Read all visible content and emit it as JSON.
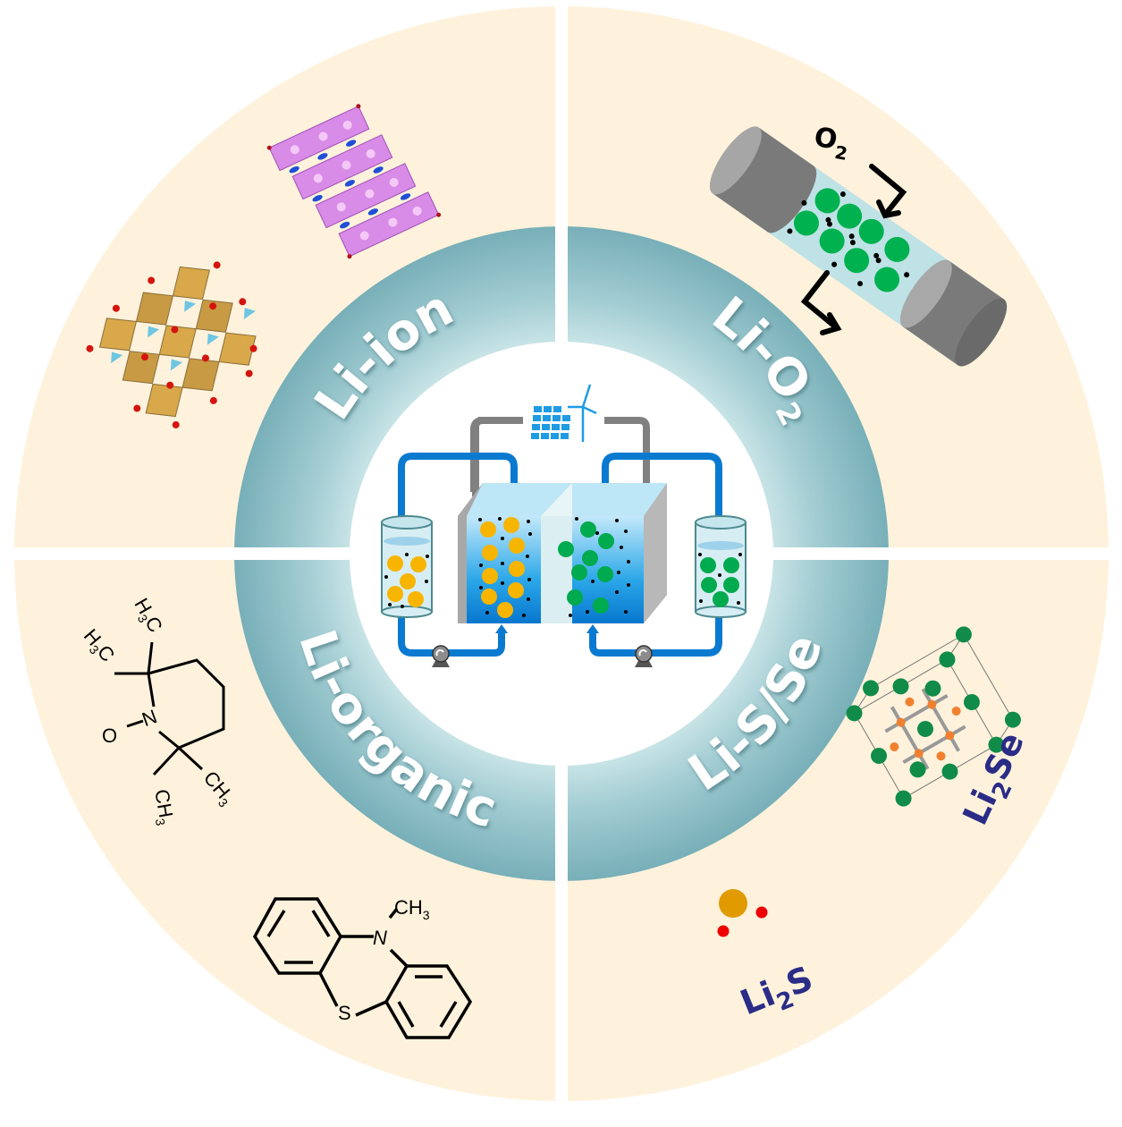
{
  "colors": {
    "cream": "#fef2dc",
    "teal_dark": "#7db3bb",
    "teal_light": "#c6e2e4",
    "navy": "#2a2c86",
    "flow_blue": "#0a7ad1",
    "orange_particle": "#f7b500",
    "green_particle": "#00aa4e",
    "wire_gray": "#808080"
  },
  "ring_labels": {
    "li_ion": "Li-ion",
    "li_o2_main": "Li-O",
    "li_o2_sub": "2",
    "li_organic": "Li-organic",
    "li_s_se": "Li-S/Se"
  },
  "quadrants": {
    "top_right": {
      "o2_main": "O",
      "o2_sub": "2"
    },
    "bottom_right": {
      "li2se_a": "Li",
      "li2se_sub": "2",
      "li2se_b": "Se",
      "li2s_a": "Li",
      "li2s_sub": "2",
      "li2s_b": "S"
    },
    "bottom_left": {
      "tempo": {
        "h3c_1": "H",
        "h3c_1_sub": "3",
        "h3c_1_c": "C",
        "h3c_2": "H",
        "h3c_2_sub": "3",
        "h3c_2_c": "C",
        "n": "N",
        "o": "O",
        "ch3_1": "CH",
        "ch3_1_sub": "3",
        "ch3_2": "CH",
        "ch3_2_sub": "3"
      },
      "phenothiazine": {
        "n": "N",
        "s": "S",
        "ch3": "CH",
        "ch3_sub": "3"
      }
    }
  },
  "center": {
    "icons": [
      "solar-panel-icon",
      "wind-turbine-icon",
      "pump-icon"
    ]
  }
}
